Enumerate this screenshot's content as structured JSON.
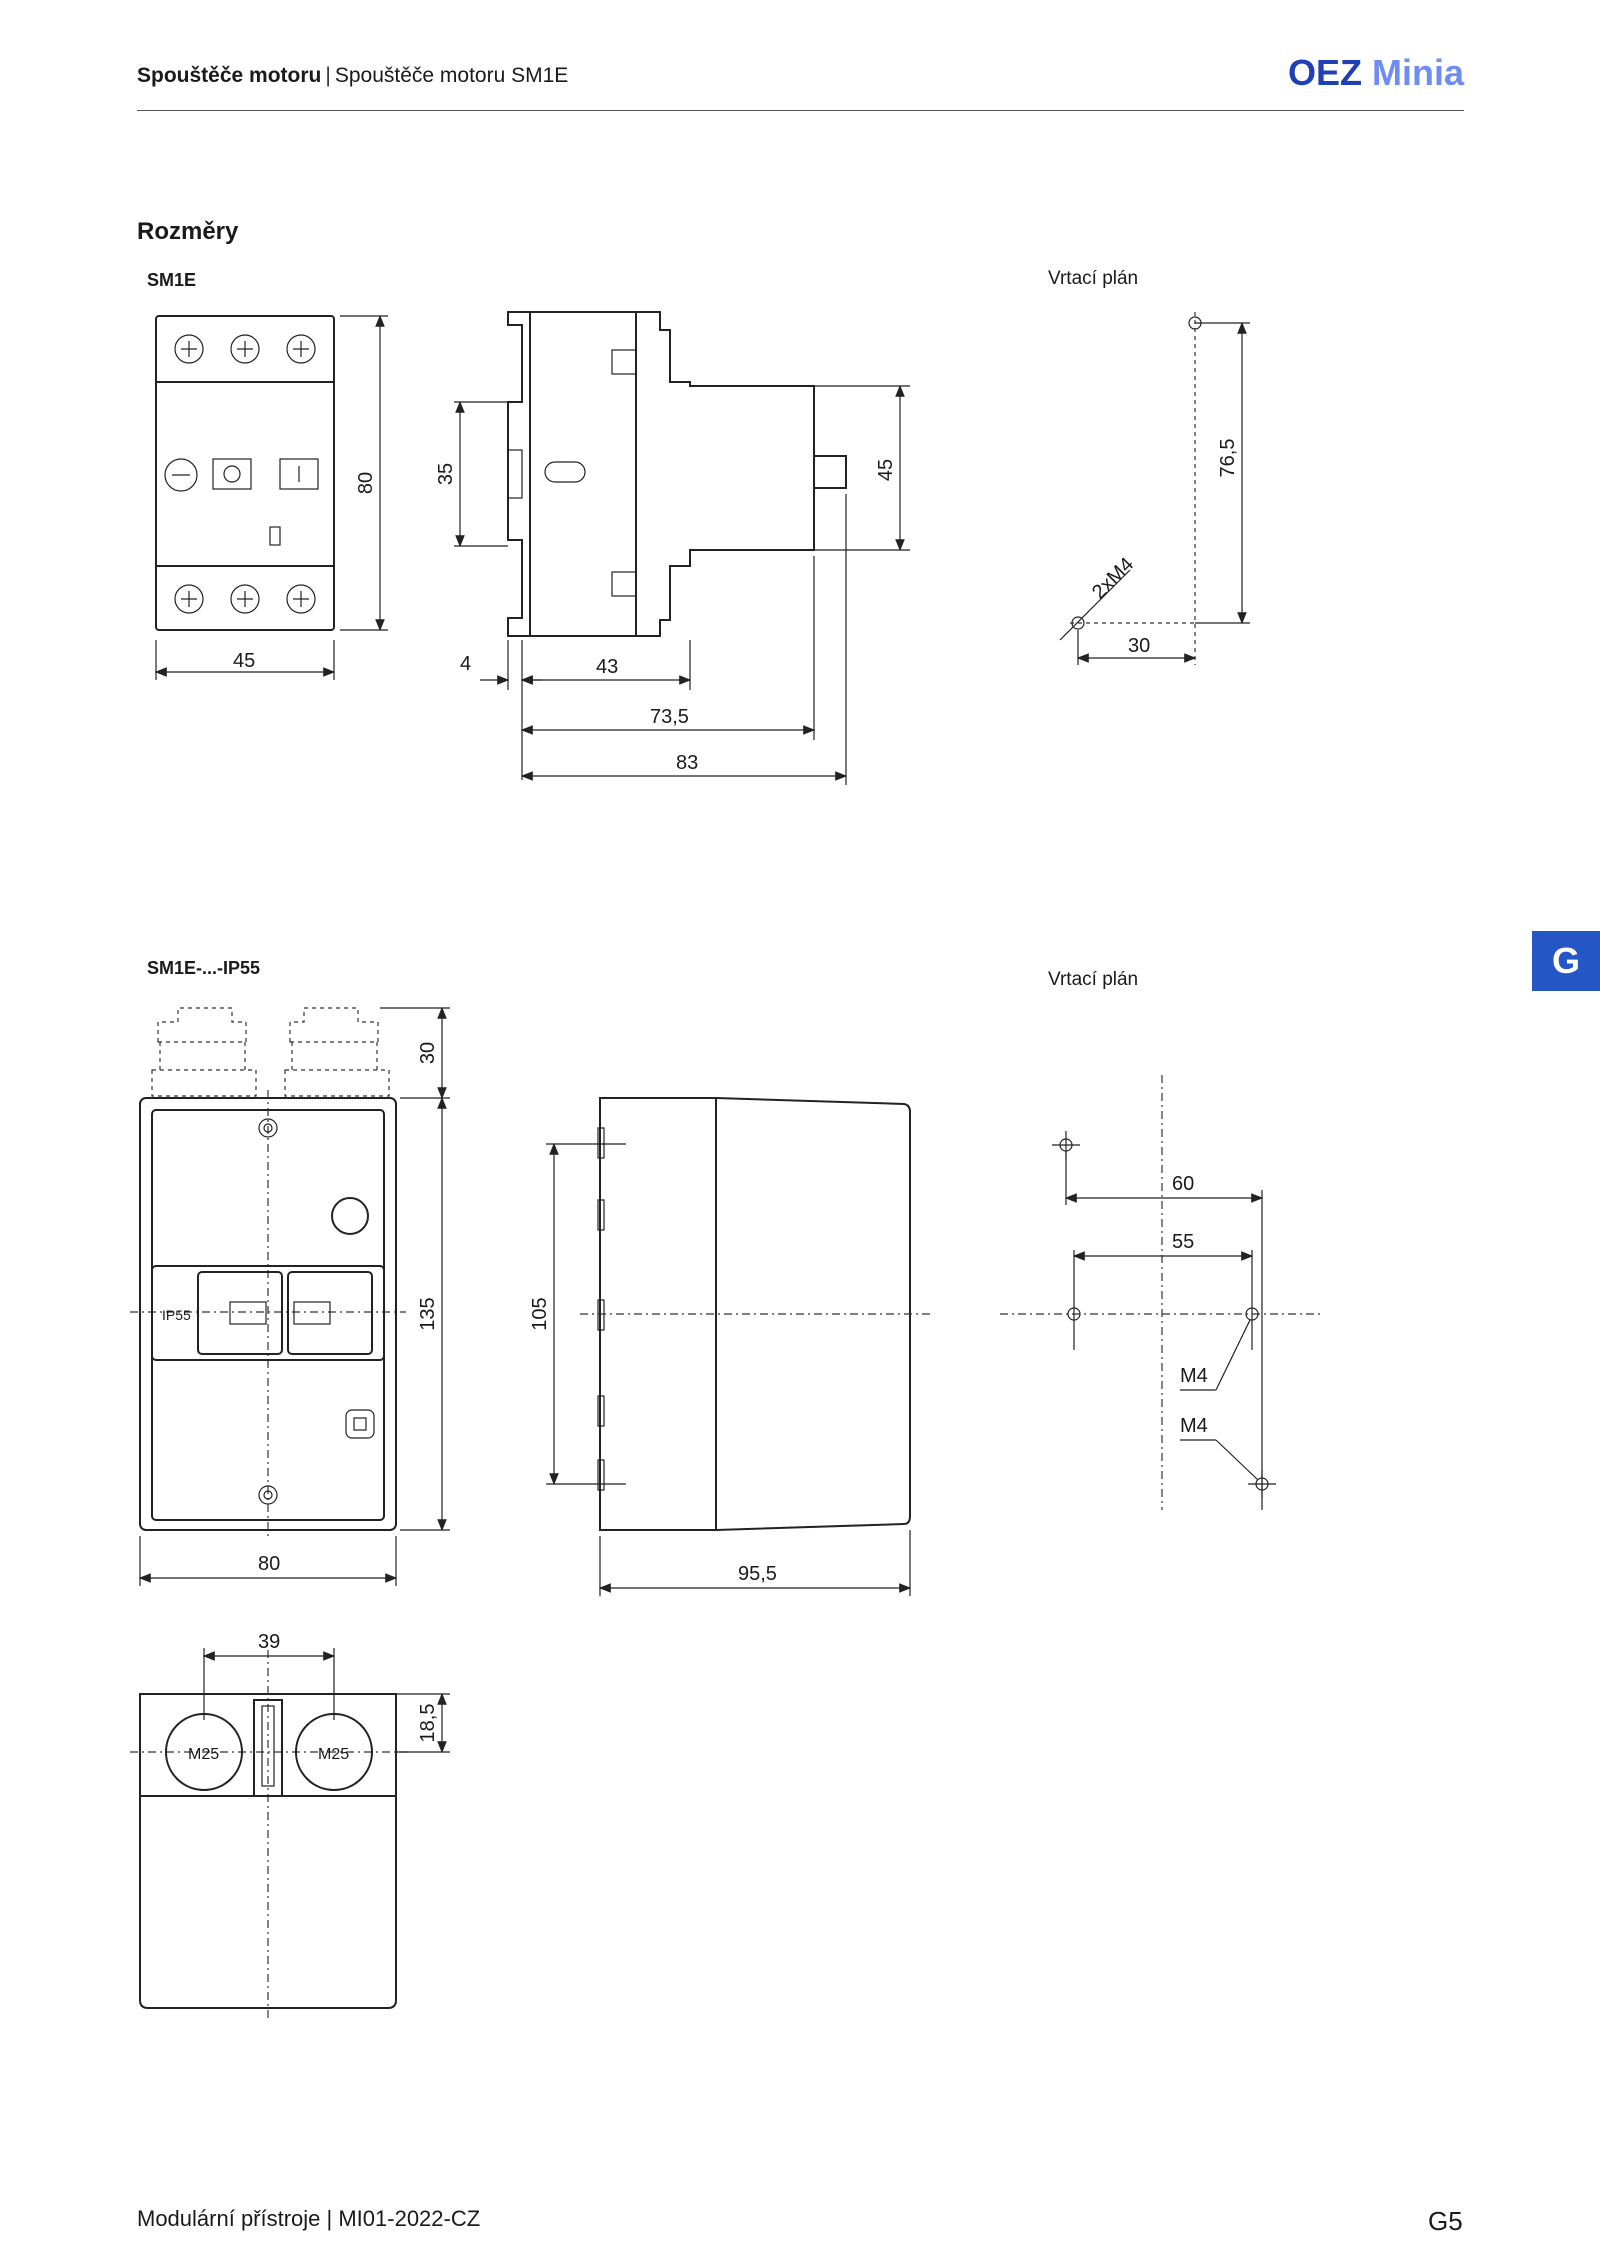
{
  "header": {
    "crumb_bold": "Spouštěče motoru",
    "crumb_regular": "Spouštěče motoru SM1E",
    "logo_oez": "OEZ",
    "logo_minia": "Minia"
  },
  "section_title": "Rozměry",
  "side_tab": "G",
  "models": [
    {
      "label": "SM1E",
      "drill_plan_label": "Vrtací plán",
      "dimensions": {
        "front_width": "45",
        "front_height": "80",
        "side_offset": "4",
        "side_depth_1": "43",
        "side_depth_2": "73,5",
        "side_depth_3": "83",
        "rail_height": "35",
        "body_height": "45",
        "drill_thread": "2xM4",
        "drill_vertical": "76,5",
        "drill_horizontal": "30"
      }
    },
    {
      "label": "SM1E-...-IP55",
      "drill_plan_label": "Vrtací plán",
      "dimensions": {
        "gland_height": "30",
        "enclosure_height": "135",
        "enclosure_width": "80",
        "side_height": "105",
        "side_depth": "95,5",
        "ip_label": "IP55",
        "bottom_spacing": "39",
        "bottom_offset": "18,5",
        "gland_1": "M25",
        "gland_2": "M25",
        "drill_horizontal_outer": "60",
        "drill_horizontal_inner": "55",
        "drill_thread_1": "M4",
        "drill_thread_2": "M4"
      }
    }
  ],
  "footer": {
    "left": "Modulární přístroje | MI01-2022-CZ",
    "page": "G5"
  }
}
